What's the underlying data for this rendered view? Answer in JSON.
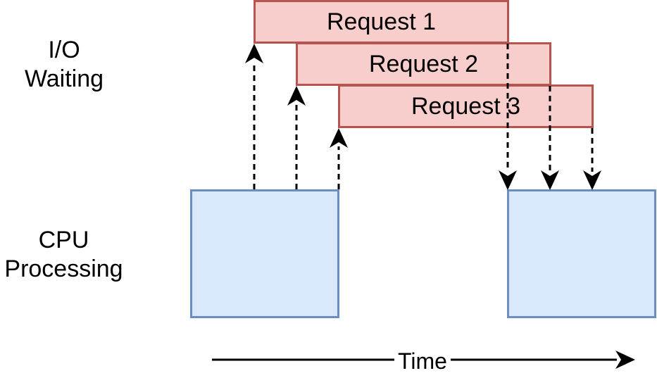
{
  "rows": {
    "io_label": "I/O\nWaiting",
    "cpu_label": "CPU\nProcessing"
  },
  "requests": [
    {
      "label": "Request 1"
    },
    {
      "label": "Request 2"
    },
    {
      "label": "Request 3"
    }
  ],
  "time_axis": {
    "label": "Time"
  },
  "colors": {
    "request_fill": "#f8cecc",
    "request_stroke": "#b85450",
    "cpu_fill": "#dae8fc",
    "cpu_stroke": "#6c8ebf",
    "arrow": "#000000"
  }
}
